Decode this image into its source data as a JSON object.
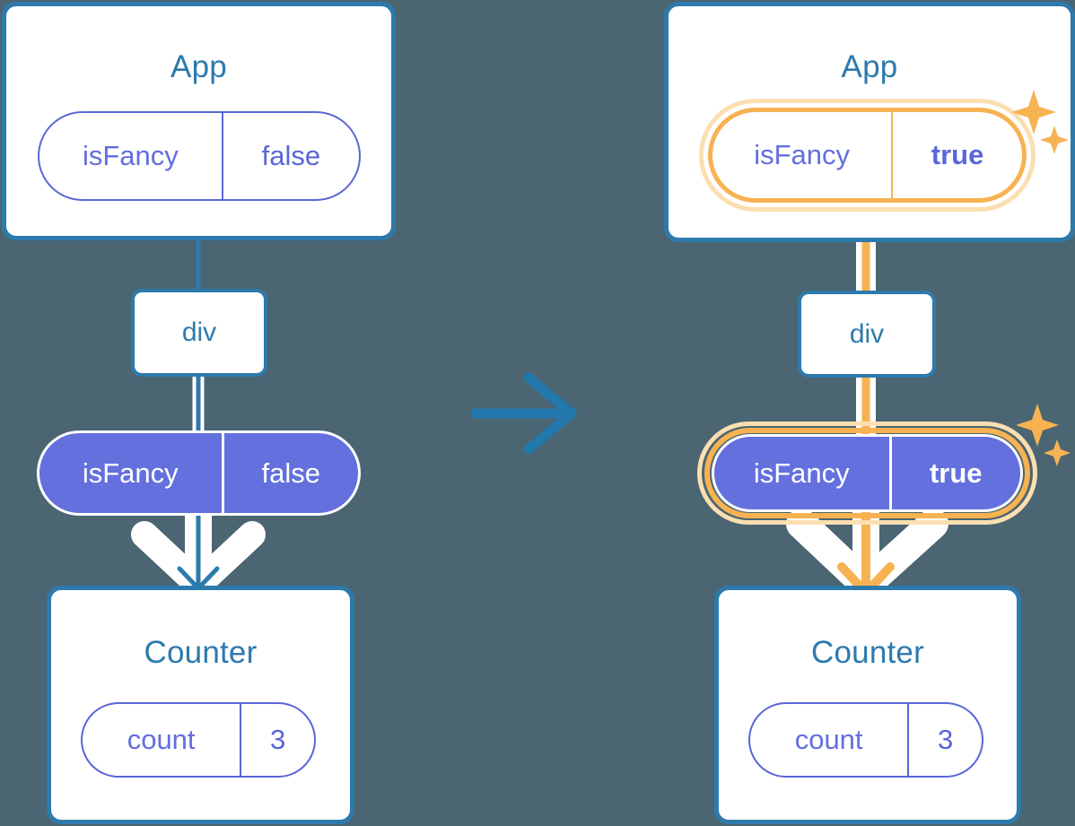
{
  "diagram": {
    "title_hidden": "",
    "background_color": "#4b6572",
    "accent_blue": "#2d7aad",
    "accent_purple": "#6470dd",
    "accent_orange": "#f7b252",
    "accent_orange_light": "#fbdfb1"
  },
  "left": {
    "app": {
      "title": "App",
      "state_pill": {
        "name": "isFancy",
        "value": "false"
      }
    },
    "div": {
      "label": "div"
    },
    "prop_pill": {
      "name": "isFancy",
      "value": "false"
    },
    "counter": {
      "title": "Counter",
      "state_pill": {
        "name": "count",
        "value": "3"
      }
    }
  },
  "transition": {
    "arrow": "arrow-right-icon"
  },
  "right": {
    "app": {
      "title": "App",
      "state_pill": {
        "name": "isFancy",
        "value": "true"
      },
      "sparkle": "sparkles-icon"
    },
    "div": {
      "label": "div"
    },
    "prop_pill": {
      "name": "isFancy",
      "value": "true"
    },
    "prop_sparkle": "sparkles-icon",
    "counter": {
      "title": "Counter",
      "state_pill": {
        "name": "count",
        "value": "3"
      }
    }
  }
}
